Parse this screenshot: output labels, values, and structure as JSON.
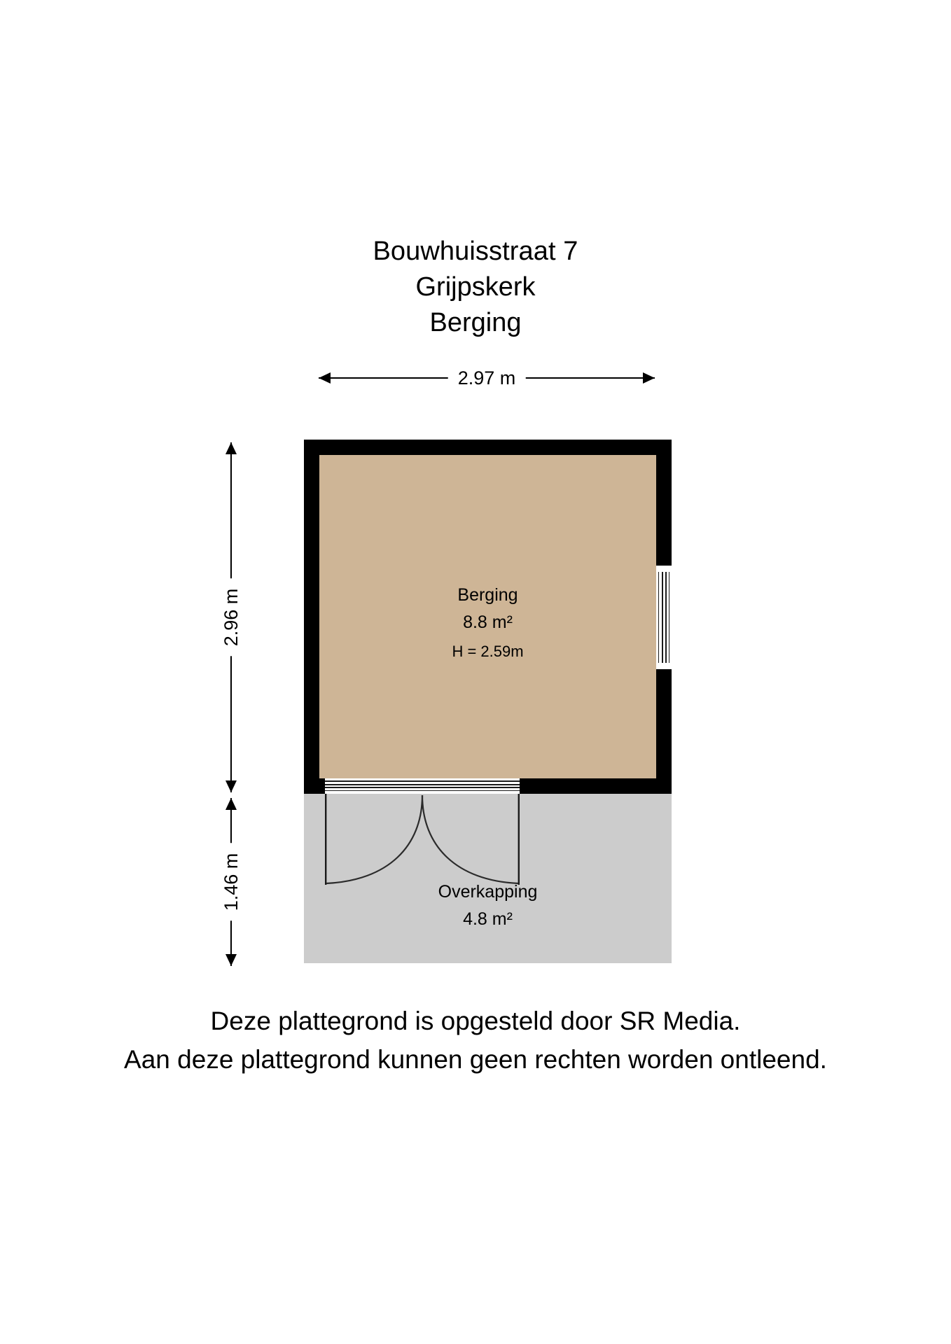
{
  "document": {
    "type": "floor-plan",
    "background_color": "#ffffff"
  },
  "title": {
    "address": "Bouwhuisstraat 7",
    "city": "Grijpskerk",
    "floor": "Berging"
  },
  "dimensions": {
    "width_label": "2.97 m",
    "berging_height_label": "2.96 m",
    "overkapping_height_label": "1.46 m"
  },
  "rooms": [
    {
      "key": "berging",
      "name": "Berging",
      "area": "8.8 m²",
      "height": "H = 2.59m",
      "fill_color": "#ceb596"
    },
    {
      "key": "overkapping",
      "name": "Overkapping",
      "area": "4.8 m²",
      "fill_color": "#cccccc"
    }
  ],
  "features": {
    "wall_color": "#000000",
    "window_right": "window",
    "door_bottom": "double-door"
  },
  "footer": {
    "line_1": "Deze plattegrond is opgesteld door SR Media.",
    "line_2": "Aan deze plattegrond kunnen geen rechten worden ontleend."
  }
}
